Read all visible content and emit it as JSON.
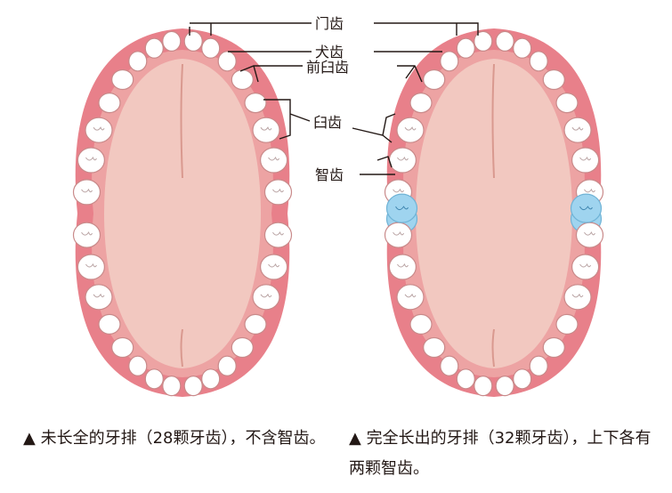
{
  "labels": {
    "incisor": "门齿",
    "canine": "犬齿",
    "premolar": "前臼齿",
    "molar": "臼齿",
    "wisdom": "智齿"
  },
  "captions": {
    "left": "▲ 未长全的牙排（28颗牙齿），不含智齿。",
    "right": "▲ 完全长出的牙排（32颗牙齿），上下各有两颗智齿。"
  },
  "colors": {
    "tooth": "#ffffff",
    "tooth_outline": "#c98a8a",
    "gum": "#e8808a",
    "gum_inner": "#eda3a3",
    "palate": "#f2c8c0",
    "wisdom_tooth": "#9fd4ef",
    "leader_line": "#231815"
  }
}
